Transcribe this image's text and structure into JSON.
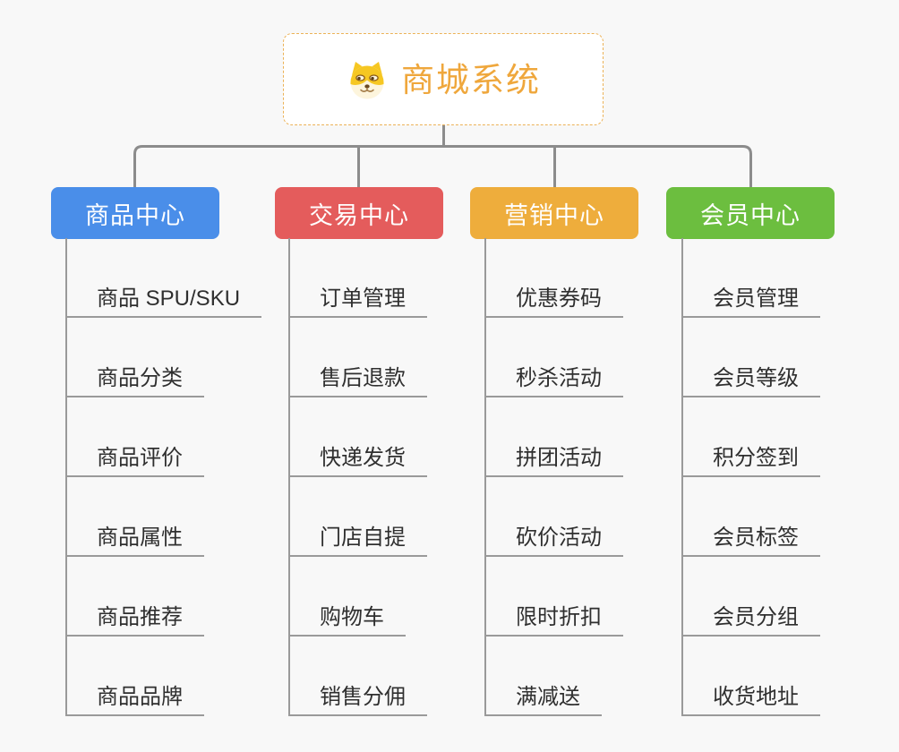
{
  "root": {
    "label": "商城系统",
    "icon": "dog-face",
    "text_color": "#efa73c",
    "border_color": "#ecb257"
  },
  "branches": [
    {
      "label": "商品中心",
      "color": "#4a8ee9",
      "children": [
        "商品 SPU/SKU",
        "商品分类",
        "商品评价",
        "商品属性",
        "商品推荐",
        "商品品牌"
      ]
    },
    {
      "label": "交易中心",
      "color": "#e45c5c",
      "children": [
        "订单管理",
        "售后退款",
        "快递发货",
        "门店自提",
        "购物车",
        "销售分佣"
      ]
    },
    {
      "label": "营销中心",
      "color": "#eead3c",
      "children": [
        "优惠券码",
        "秒杀活动",
        "拼团活动",
        "砍价活动",
        "限时折扣",
        "满减送"
      ]
    },
    {
      "label": "会员中心",
      "color": "#6cbe3f",
      "children": [
        "会员管理",
        "会员等级",
        "积分签到",
        "会员标签",
        "会员分组",
        "收货地址"
      ]
    }
  ],
  "colors": {
    "background": "#f8f8f8",
    "connector": "#8c8c8c",
    "underline": "#9a9a9a",
    "leaf_text": "#2f2f2f"
  }
}
